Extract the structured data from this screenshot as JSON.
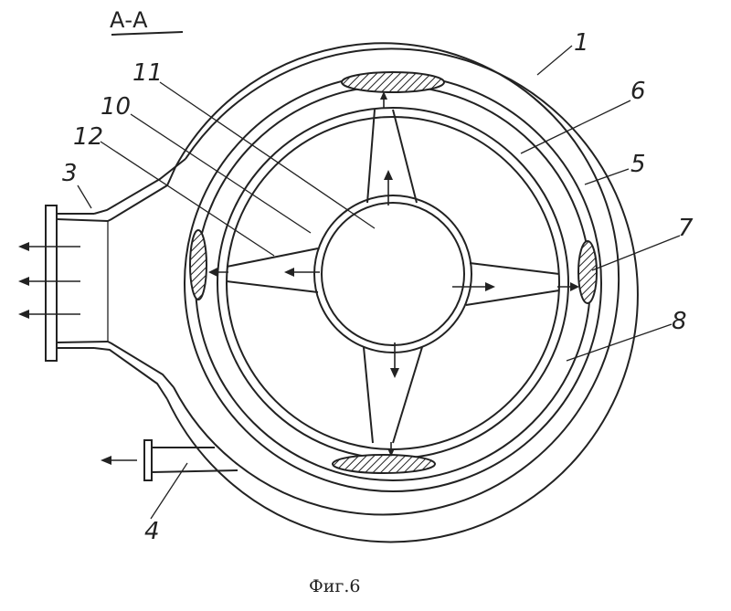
{
  "section_label": "А-А",
  "caption": "Фиг.6",
  "callouts": [
    {
      "id": "1",
      "text": "1"
    },
    {
      "id": "3",
      "text": "3"
    },
    {
      "id": "4",
      "text": "4"
    },
    {
      "id": "5",
      "text": "5"
    },
    {
      "id": "6",
      "text": "6"
    },
    {
      "id": "7",
      "text": "7"
    },
    {
      "id": "8",
      "text": "8"
    },
    {
      "id": "10",
      "text": "10"
    },
    {
      "id": "11",
      "text": "11"
    },
    {
      "id": "12",
      "text": "12"
    }
  ]
}
